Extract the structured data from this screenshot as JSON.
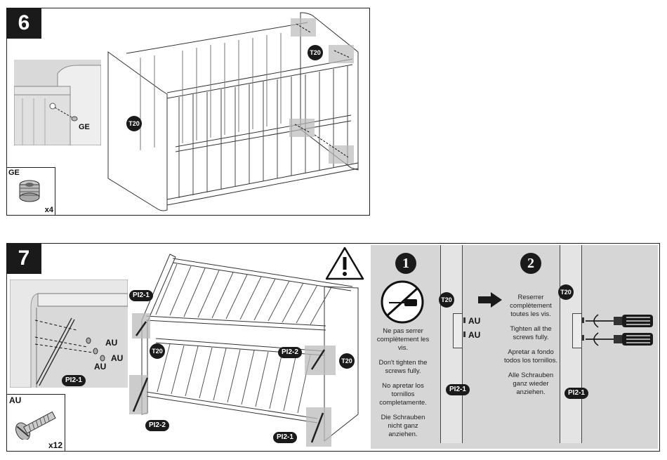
{
  "step6": {
    "number": "6",
    "tool": "T20",
    "tool_left": "T20",
    "part_label": "GE",
    "part_box_label": "GE",
    "part_qty": "x4"
  },
  "step7": {
    "number": "7",
    "part_box_label": "AU",
    "part_qty": "x12",
    "detail_labels": [
      "AU",
      "AU",
      "AU"
    ],
    "detail_pi": "PI2-1",
    "crib_labels": {
      "pi_top_left": "PI2-1",
      "t20_mid": "T20",
      "pi_bottom_left": "PI2-2",
      "pi_right_mid": "PI2-2",
      "t20_right": "T20",
      "pi_bottom_right": "PI2-1"
    },
    "instr": {
      "step1_num": "1",
      "step2_num": "2",
      "t20_a": "T20",
      "t20_b": "T20",
      "au_a": "AU",
      "au_b": "AU",
      "pi_a": "PI2-1",
      "pi_b": "PI2-1",
      "text1": [
        "Ne pas serrer complètement les vis.",
        "Don't tighten the screws fully.",
        "No apretar los tornillos completamente.",
        "Die Schrauben nicht ganz anziehen."
      ],
      "text2": [
        "Reserrer complètement toutes les vis.",
        "Tighten all the screws fully.",
        "Apretar a fondo todos los tornillos.",
        "Alle Schrauben ganz wieder anziehen."
      ]
    }
  }
}
